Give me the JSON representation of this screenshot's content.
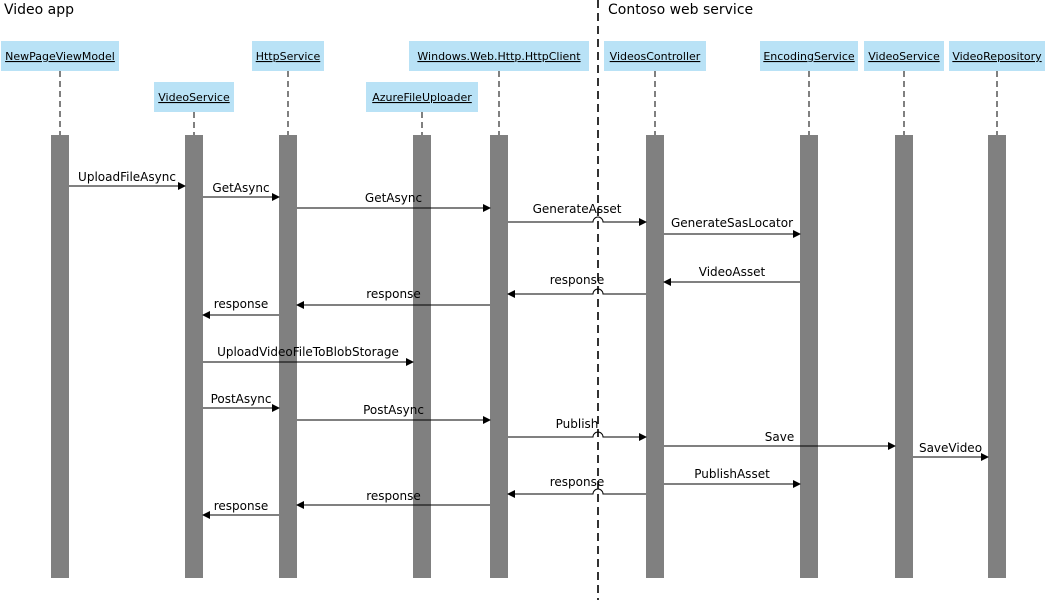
{
  "regions": {
    "left": "Video app",
    "right": "Contoso web service"
  },
  "colors": {
    "actor_fill": "#b9e2f6",
    "activation": "#808080",
    "line": "#000000"
  },
  "actors": [
    {
      "id": "npvm",
      "label": "NewPageViewModel"
    },
    {
      "id": "vs1",
      "label": "VideoService"
    },
    {
      "id": "http",
      "label": "HttpService"
    },
    {
      "id": "afu",
      "label": "AzureFileUploader"
    },
    {
      "id": "whc",
      "label": "Windows.Web.Http.HttpClient"
    },
    {
      "id": "vc",
      "label": "VideosController"
    },
    {
      "id": "enc",
      "label": "EncodingService"
    },
    {
      "id": "vs2",
      "label": "VideoService"
    },
    {
      "id": "repo",
      "label": "VideoRepository"
    }
  ],
  "messages": [
    {
      "from": "npvm",
      "to": "vs1",
      "label": "UploadFileAsync"
    },
    {
      "from": "vs1",
      "to": "http",
      "label": "GetAsync"
    },
    {
      "from": "http",
      "to": "whc",
      "label": "GetAsync"
    },
    {
      "from": "whc",
      "to": "vc",
      "label": "GenerateAsset"
    },
    {
      "from": "vc",
      "to": "enc",
      "label": "GenerateSasLocator"
    },
    {
      "from": "enc",
      "to": "vc",
      "label": "VideoAsset"
    },
    {
      "from": "vc",
      "to": "whc",
      "label": "response"
    },
    {
      "from": "whc",
      "to": "http",
      "label": "response"
    },
    {
      "from": "http",
      "to": "vs1",
      "label": "response"
    },
    {
      "from": "vs1",
      "to": "afu",
      "label": "UploadVideoFileToBlobStorage"
    },
    {
      "from": "vs1",
      "to": "http",
      "label": "PostAsync"
    },
    {
      "from": "http",
      "to": "whc",
      "label": "PostAsync"
    },
    {
      "from": "whc",
      "to": "vc",
      "label": "Publish"
    },
    {
      "from": "vc",
      "to": "vs2",
      "label": "Save"
    },
    {
      "from": "vs2",
      "to": "repo",
      "label": "SaveVideo"
    },
    {
      "from": "vc",
      "to": "enc",
      "label": "PublishAsset"
    },
    {
      "from": "vc",
      "to": "whc",
      "label": "response"
    },
    {
      "from": "whc",
      "to": "http",
      "label": "response"
    },
    {
      "from": "http",
      "to": "vs1",
      "label": "response"
    }
  ]
}
